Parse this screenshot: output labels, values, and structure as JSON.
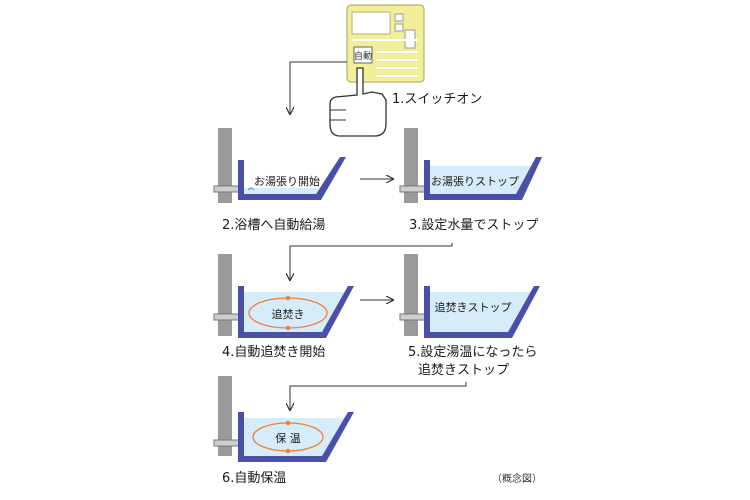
{
  "panel": {
    "button_label": "自動"
  },
  "steps": [
    {
      "caption": "1.スイッチオン"
    },
    {
      "caption": "2.浴槽へ自動給湯",
      "bath_text": "お湯張り開始"
    },
    {
      "caption": "3.設定水量でストップ",
      "bath_text": "お湯張りストップ"
    },
    {
      "caption": "4.自動追焚き開始",
      "bath_text": "追焚き"
    },
    {
      "caption_line1": "5.設定湯温になったら",
      "caption_line2": "追焚きストップ",
      "bath_text": "追焚きストップ"
    },
    {
      "caption": "6.自動保温",
      "bath_text": "保 温"
    }
  ],
  "note": "（概念図）",
  "colors": {
    "tub_outline": "#4a4fa8",
    "water": "#d7ecfb",
    "wall": "#9a9a9a",
    "panel": "#f3ee9a",
    "circulation": "#f08030"
  }
}
